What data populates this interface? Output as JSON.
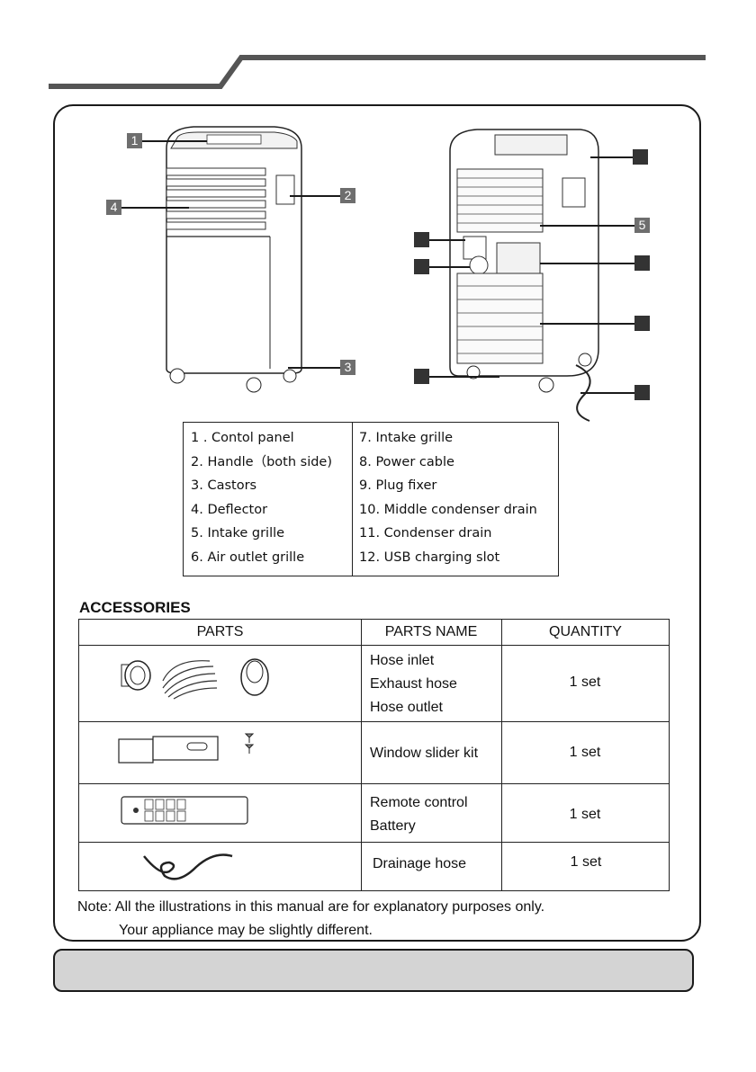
{
  "diagram": {
    "callouts_front": [
      "1",
      "4",
      "2",
      "3"
    ],
    "callouts_back": [
      "5"
    ]
  },
  "parts_list": {
    "left": [
      "1 . Contol panel",
      "2.  Handle（both side)",
      "3.  Castors",
      "4.  Deflector",
      "5.  Intake grille",
      "6.  Air outlet grille"
    ],
    "right": [
      "7.  Intake grille",
      "8.  Power cable",
      "9.  Plug fixer",
      "10.  Middle condenser drain",
      "11.  Condenser drain",
      "12.  USB charging slot"
    ]
  },
  "accessories": {
    "title": "ACCESSORIES",
    "headers": [
      "PARTS",
      "PARTS NAME",
      "QUANTITY"
    ],
    "rows": [
      {
        "names": [
          "Hose inlet",
          "Exhaust hose",
          "Hose outlet"
        ],
        "quantity": "1 set"
      },
      {
        "names": [
          "Window slider kit"
        ],
        "quantity": "1 set"
      },
      {
        "names": [
          "Remote control",
          "Battery"
        ],
        "quantity": "1 set"
      },
      {
        "names": [
          "Drainage hose"
        ],
        "quantity": "1 set"
      }
    ]
  },
  "note": {
    "line1": "Note: All the illustrations in this manual are for explanatory purposes only.",
    "line2": "Your appliance may be slightly different."
  }
}
